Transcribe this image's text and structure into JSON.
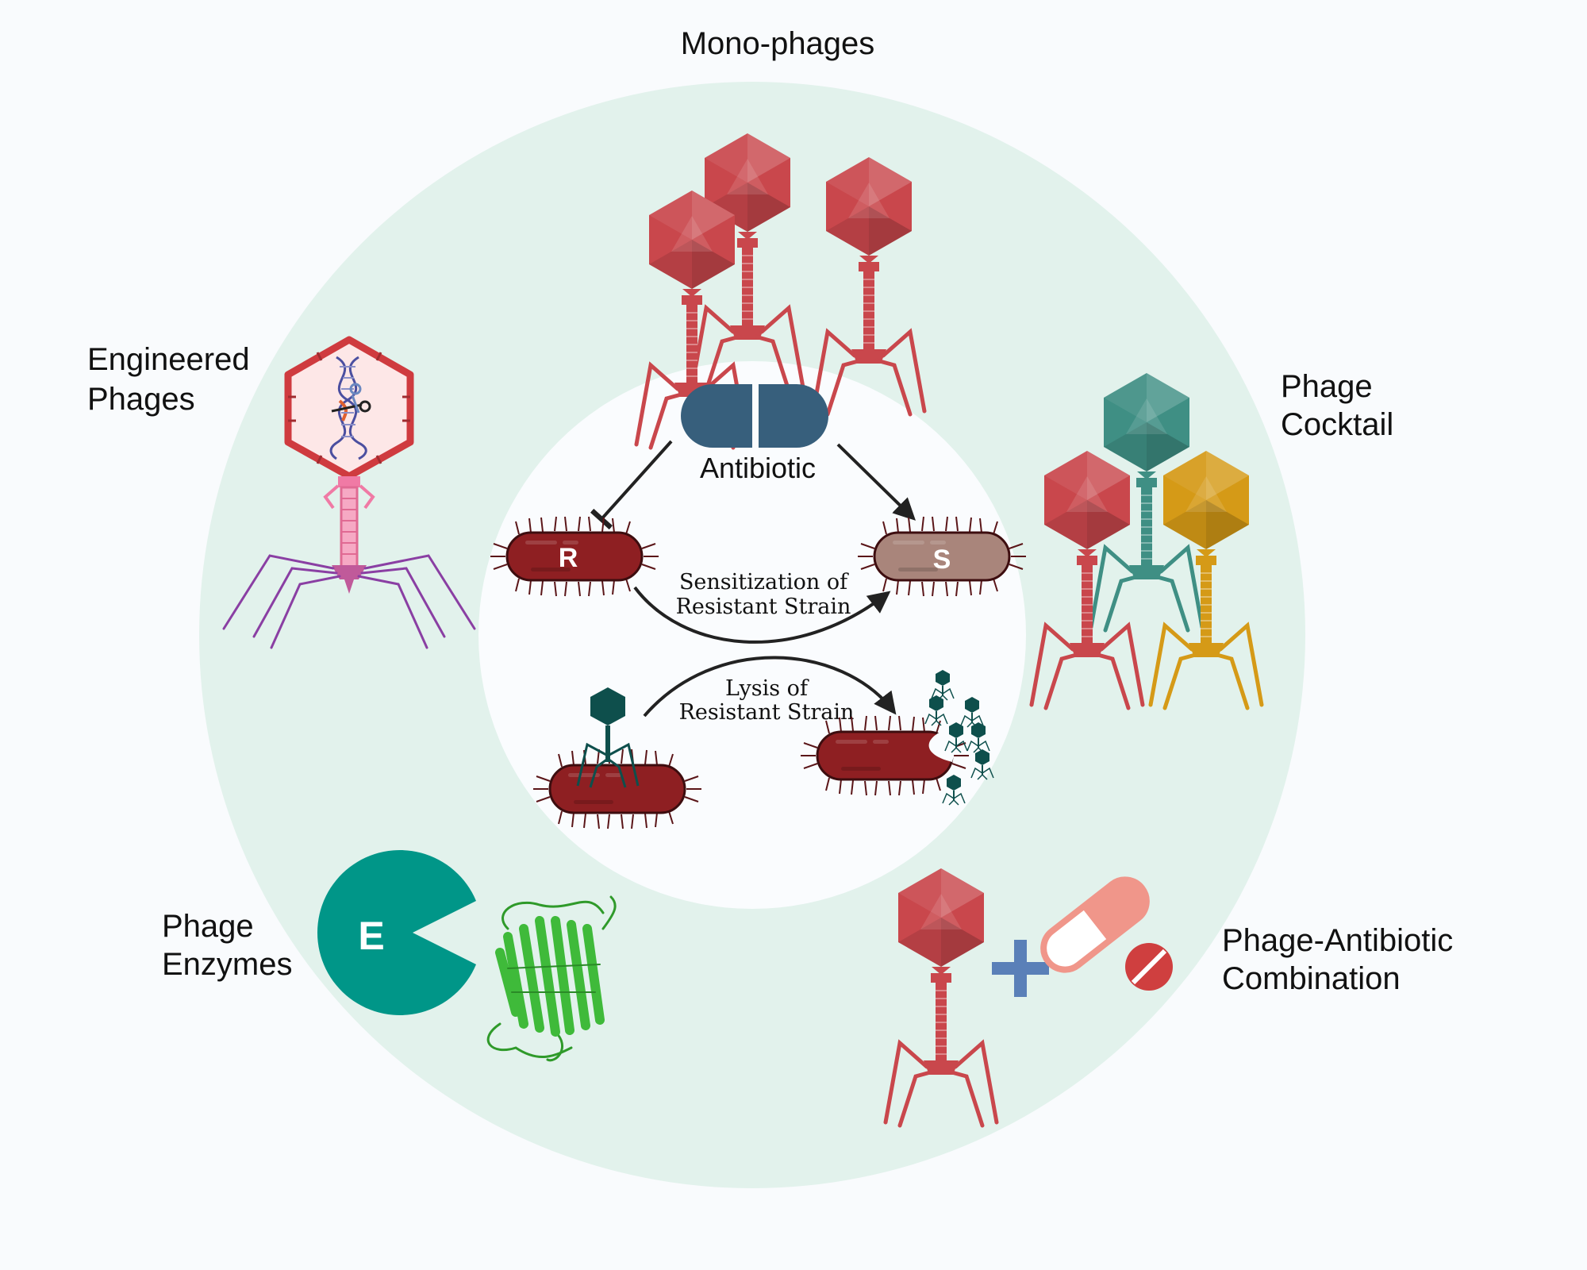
{
  "labels": {
    "mono_phages": "Mono-phages",
    "engineered_phages": [
      "Engineered",
      "Phages"
    ],
    "phage_cocktail": [
      "Phage",
      "Cocktail"
    ],
    "phage_enzymes": [
      "Phage",
      "Enzymes"
    ],
    "phage_antibiotic": [
      "Phage-Antibiotic",
      "Combination"
    ],
    "antibiotic": "Antibiotic",
    "sensitization": [
      "Sensitization of",
      "Resistant Strain"
    ],
    "lysis": [
      "Lysis of",
      "Resistant Strain"
    ],
    "resistant_marker": "R",
    "sensitive_marker": "S",
    "enzyme_marker": "E"
  },
  "colors": {
    "background": "#f9fbfd",
    "outer_ring": "#e2f2ec",
    "inner_circle": "#fafcfe",
    "phage_red": "#c9474c",
    "phage_teal": "#3f8f84",
    "phage_gold": "#d59a17",
    "phage_dark": "#0e4f4c",
    "engineered_red": "#cf3b3f",
    "engineered_pink": "#f07aa5",
    "engineered_purple": "#8a3fa3",
    "bacteria_red": "#8e1f22",
    "bacteria_tan": "#a9857b",
    "pill_blue": "#375f7c",
    "enzyme_teal": "#009688",
    "protein_green": "#3fba3a",
    "plus_blue": "#5a80b8",
    "capsule_pink": "#f0968a",
    "tablet_red": "#cf3f3f"
  },
  "icons": [
    "phage-icon",
    "engineered-phage-icon",
    "dna-icon",
    "scissors-icon",
    "antibiotic-capsule-icon",
    "bacterium-icon",
    "enzyme-pacman-icon",
    "protein-structure-icon",
    "plus-icon",
    "pill-capsule-icon",
    "tablet-icon"
  ]
}
